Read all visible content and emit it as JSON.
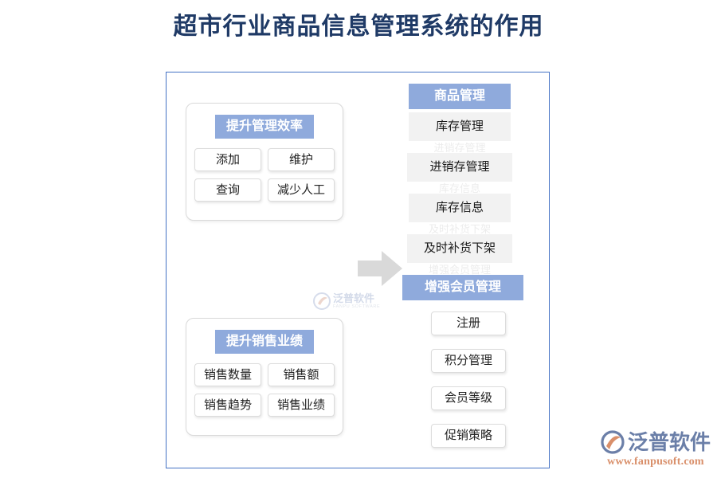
{
  "page": {
    "title": "超市行业商品信息管理系统的作用",
    "title_color": "#1f3a66",
    "frame_border_color": "#4472c4",
    "header_bg_color": "#8faadc",
    "flat_item_bg_color": "#f2f2f2"
  },
  "left_groups": [
    {
      "header": "提升管理效率",
      "items": [
        "添加",
        "维护",
        "查询",
        "减少人工"
      ]
    },
    {
      "header": "提升销售业绩",
      "items": [
        "销售数量",
        "销售额",
        "销售趋势",
        "销售业绩"
      ]
    }
  ],
  "arrow": {
    "name": "right-arrow",
    "color": "#d9d9d9",
    "direction": "right"
  },
  "right_sections": [
    {
      "header": "商品管理",
      "style": "flat",
      "items": [
        "库存管理",
        "进销存管理",
        "库存信息",
        "及时补货下架"
      ],
      "ghosts": [
        "进销存管理",
        "库存信息",
        "及时补货下架",
        "增强会员管理"
      ]
    },
    {
      "header": "增强会员管理",
      "style": "outlined",
      "items": [
        "注册",
        "积分管理",
        "会员等级",
        "促销策略"
      ]
    }
  ],
  "watermark": {
    "cn": "泛普软件",
    "en": "FANPU SOFTWARE"
  },
  "brand": {
    "cn": "泛普软件",
    "url": "www.fanpusoft.com"
  }
}
